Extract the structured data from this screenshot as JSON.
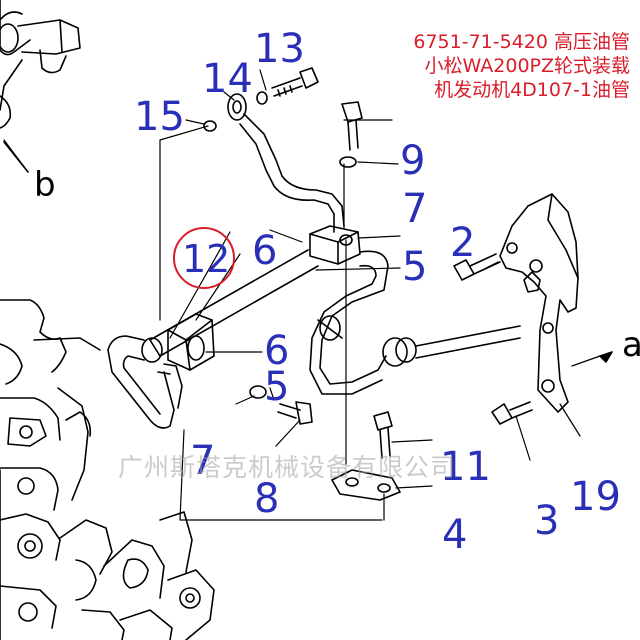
{
  "caption": {
    "line1": "6751-71-5420 高压油管",
    "line2": "小松WA200PZ轮式装载",
    "line3": "机发动机4D107-1油管"
  },
  "watermark": "广州斯塔克机械设备有限公司",
  "labels": {
    "n13": "13",
    "n14": "14",
    "n15": "15",
    "n9": "9",
    "n7a": "7",
    "n2": "2",
    "n5a": "5",
    "n6a": "6",
    "n12": "12",
    "n6b": "6",
    "n5b": "5",
    "n7b": "7",
    "n8": "8",
    "n11": "11",
    "n4": "4",
    "n3": "3",
    "n19": "19",
    "a": "a",
    "b": "b"
  },
  "colors": {
    "caption": "#d81e2a",
    "callout": "#2a2fb8",
    "circle": "#d81e2a",
    "line": "#000000"
  }
}
